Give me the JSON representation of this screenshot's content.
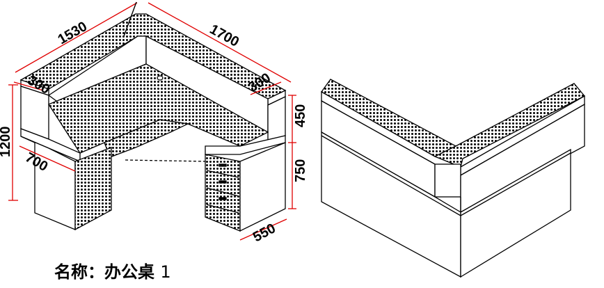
{
  "title": {
    "name": "名称：办公桌",
    "number": "1"
  },
  "dimensions": {
    "top_left_length": "1530",
    "top_right_length": "1700",
    "left_depth": "300",
    "right_depth": "300",
    "total_height": "1200",
    "upper_height": "450",
    "lower_height": "750",
    "desk_depth": "700",
    "pedestal_width": "550"
  },
  "colors": {
    "line": "#000000",
    "dimension": "#e00000",
    "background": "#ffffff"
  }
}
